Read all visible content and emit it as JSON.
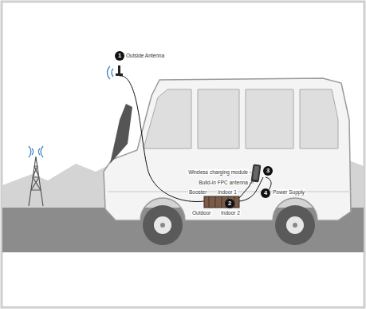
{
  "diagram": {
    "labels": [
      "1",
      "Outside Antenna",
      "Wireless charging module",
      "3",
      "Build-in FPC antenna",
      "Booster",
      "Indoor 1",
      "2",
      "4",
      "Power Supply",
      "Outdoor",
      "Indoor 2"
    ]
  }
}
